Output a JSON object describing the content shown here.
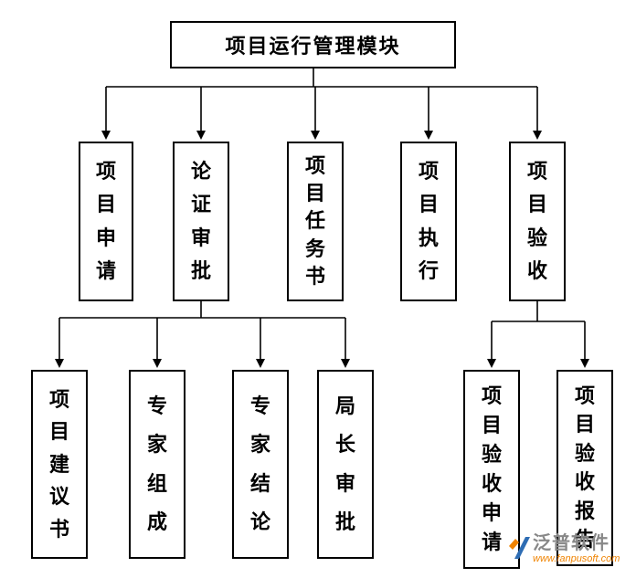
{
  "diagram": {
    "root": "项目运行管理模块",
    "level2": [
      "项目申请",
      "论证审批",
      "项目任务书",
      "项目执行",
      "项目验收"
    ],
    "level3_left": [
      "项目建议书",
      "专家组成",
      "专家结论",
      "局长审批"
    ],
    "level3_right": [
      "项目验收申请",
      "项目验收报告"
    ]
  },
  "watermark": {
    "brand": "泛普软件",
    "url": "www.fanpusoft.com"
  },
  "colors": {
    "line": "#000000",
    "brand_gray": "#888888",
    "brand_orange": "#f08300",
    "brand_blue": "#2e6db4"
  }
}
